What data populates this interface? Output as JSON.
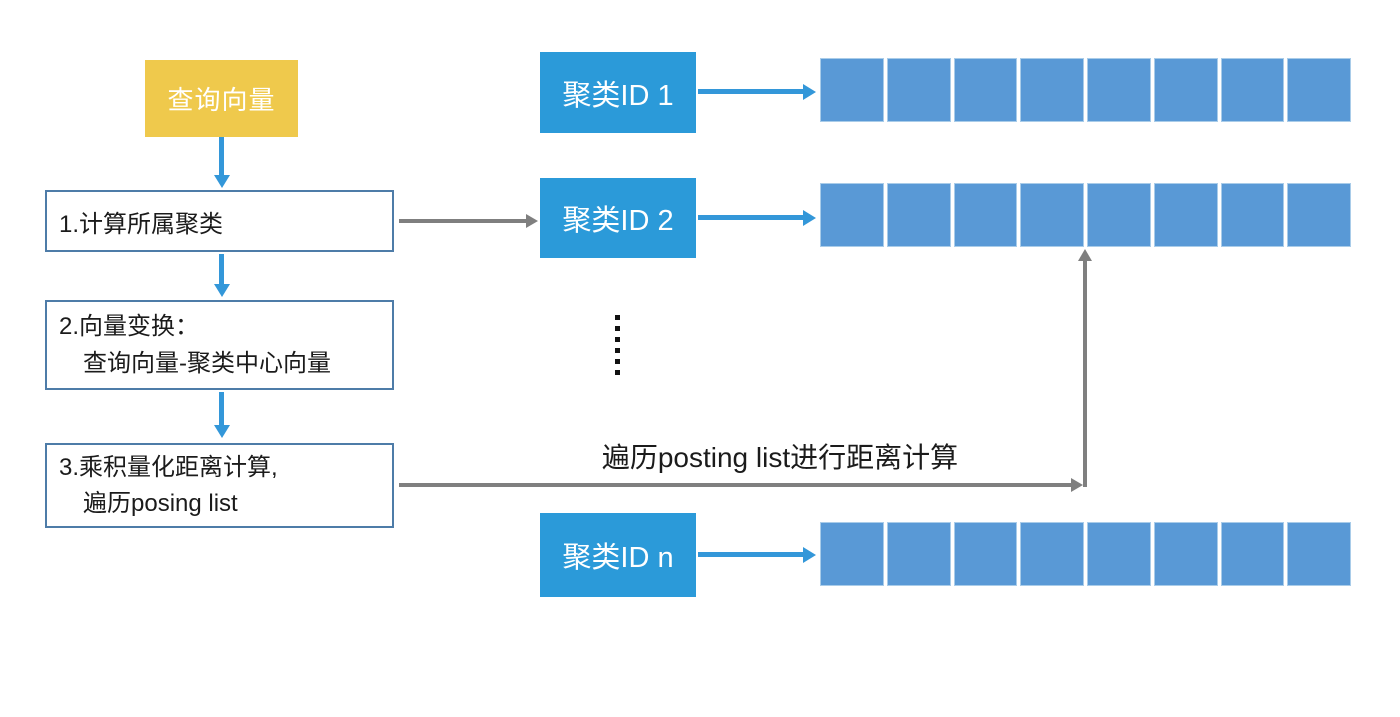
{
  "diagram": {
    "query_box": {
      "label": "查询向量"
    },
    "steps": [
      {
        "lines": [
          "1.计算所属聚类"
        ]
      },
      {
        "lines": [
          "2.向量变换：",
          "查询向量-聚类中心向量"
        ]
      },
      {
        "lines": [
          "3.乘积量化距离计算,",
          "遍历posing list"
        ]
      }
    ],
    "clusters": [
      {
        "label": "聚类ID 1"
      },
      {
        "label": "聚类ID 2"
      },
      {
        "label": "聚类ID n"
      }
    ],
    "posting_list": {
      "cells_per_row": 8,
      "rows": 3
    },
    "ellipsis_dots": 6,
    "annotation": "遍历posting list进行距离计算",
    "colors": {
      "query_box_bg": "#EFC94C",
      "cluster_box_bg": "#2B9AD9",
      "cell_bg": "#5999D6",
      "cell_border": "#A9CCE9",
      "step_box_border": "#4E7CA8",
      "arrow_blue": "#3397D9",
      "arrow_gray": "#7F7F7F",
      "text_color": "#1b1b1b"
    }
  }
}
